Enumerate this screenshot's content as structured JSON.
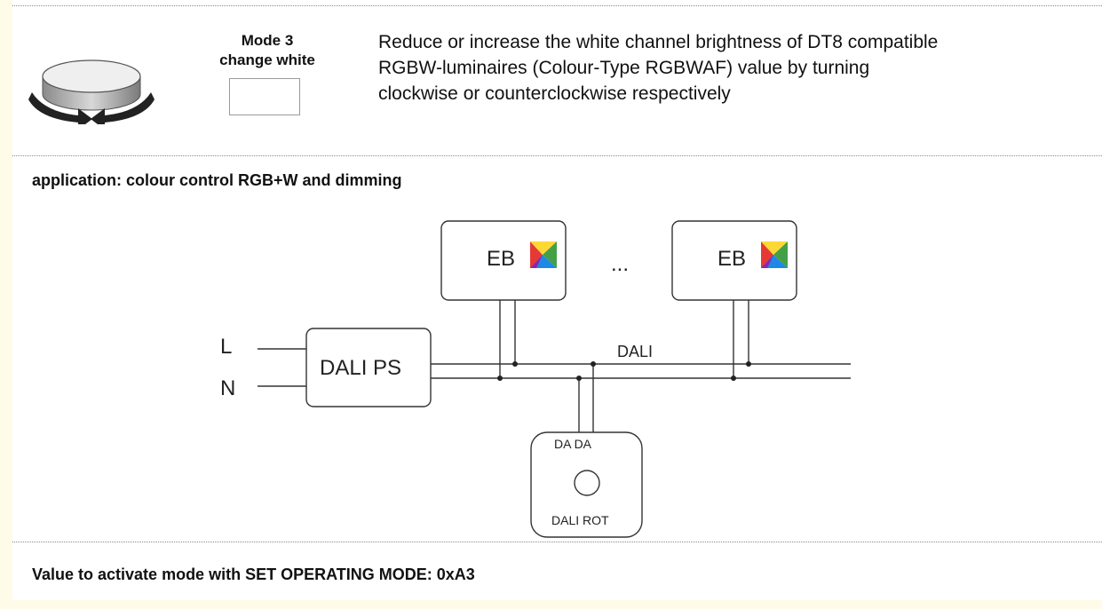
{
  "mode": {
    "title": "Mode 3",
    "subtitle": "change white",
    "description_lines": [
      "Reduce or increase the white channel brightness of DT8 compatible",
      "RGBW-luminaires (Colour-Type RGBWAF) value by turning",
      "clockwise or counterclockwise respectively"
    ]
  },
  "application": {
    "heading": "application: colour control RGB+W and dimming"
  },
  "diagram": {
    "line_label": "L",
    "neutral_label": "N",
    "power_supply_label": "DALI PS",
    "bus_label": "DALI",
    "ballast_label": "EB",
    "ellipsis": "...",
    "device_terminals": "DA DA",
    "device_label": "DALI ROT",
    "colors": {
      "stroke": "#333333",
      "rgb_tile": [
        "#e53935",
        "#fdd835",
        "#43a047",
        "#1e88e5",
        "#8e24aa",
        "#ff7043"
      ]
    }
  },
  "footer": {
    "activation_text": "Value to activate mode with SET OPERATING MODE: 0xA3"
  }
}
